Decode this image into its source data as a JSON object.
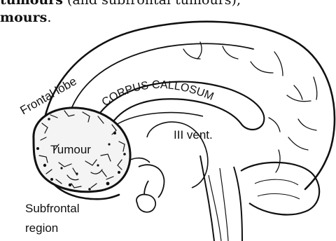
{
  "caption": {
    "line1_bold": "tumours",
    "line1_rest": " (and subfrontal tumours),",
    "line2_bold": "mours",
    "line2_rest": "."
  },
  "labels": {
    "frontal_lobe": "Frontal lobe",
    "corpus_callosum": "CORPUS CALLOSUM",
    "third_ventricle": "III vent.",
    "tumour": "Tumour",
    "subfrontal_line1": "Subfrontal",
    "subfrontal_line2": "region"
  },
  "colors": {
    "ink": "#111111",
    "background": "#ffffff"
  }
}
